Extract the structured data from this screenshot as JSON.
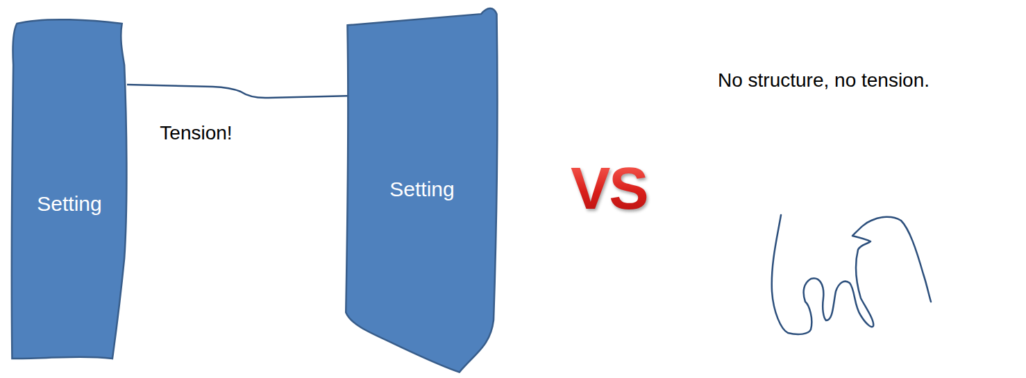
{
  "diagram": {
    "nodes": [
      {
        "text": [
          "Setting"
        ]
      },
      {
        "text": [
          "Setting"
        ]
      }
    ],
    "edges": [
      {
        "from": 0,
        "to": 1,
        "arrow": "none",
        "label": "Tension!"
      }
    ],
    "labels": [
      "VS",
      "No structure, no tension."
    ]
  }
}
